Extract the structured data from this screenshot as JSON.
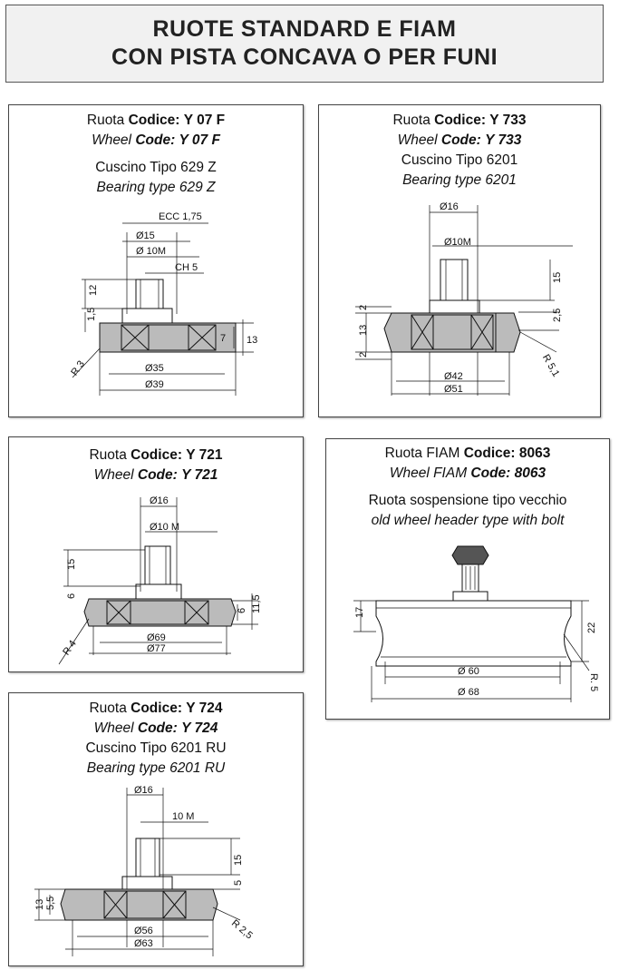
{
  "header": {
    "line1": "RUOTE STANDARD E FIAM",
    "line2": "CON PISTA CONCAVA O PER FUNI"
  },
  "cards": {
    "y07f": {
      "label_it": "Ruota",
      "code_label_it": "Codice:",
      "code": "Y 07 F",
      "label_en": "Wheel",
      "code_label_en": "Code:",
      "desc_it": "Cuscino Tipo 629 Z",
      "desc_en": "Bearing type 629 Z",
      "dims": {
        "ecc": "ECC 1,75",
        "d15": "Ø15",
        "m10": "Ø 10M",
        "ch5": "CH 5",
        "h12": "12",
        "h1_5": "1,5",
        "h7": "7",
        "h13": "13",
        "r3": "R 3",
        "d35": "Ø35",
        "d39": "Ø39"
      }
    },
    "y733": {
      "label_it": "Ruota",
      "code_label_it": "Codice:",
      "code": "Y 733",
      "label_en": "Wheel",
      "code_label_en": "Code:",
      "desc_it": "Cuscino Tipo 6201",
      "desc_en": "Bearing type 6201",
      "dims": {
        "d16": "Ø16",
        "m10": "Ø10M",
        "h15": "15",
        "h2a": "2",
        "h13": "13",
        "h2b": "2",
        "h2_5": "2,5",
        "r5_1": "R 5,1",
        "d42": "Ø42",
        "d51": "Ø51"
      }
    },
    "y721": {
      "label_it": "Ruota",
      "code_label_it": "Codice:",
      "code": "Y 721",
      "label_en": "Wheel",
      "code_label_en": "Code:",
      "dims": {
        "d16": "Ø16",
        "m10": "Ø10 M",
        "h15": "15",
        "h6a": "6",
        "h6b": "6",
        "h11_5": "11,5",
        "r4": "R 4",
        "d69": "Ø69",
        "d77": "Ø77"
      }
    },
    "fiam8063": {
      "label_it": "Ruota FIAM",
      "code_label_it": "Codice:",
      "code": "8063",
      "label_en": "Wheel FIAM",
      "code_label_en": "Code:",
      "desc_it": "Ruota sospensione tipo vecchio",
      "desc_en": "old wheel header type with bolt",
      "dims": {
        "h17": "17",
        "h22": "22",
        "d60": "Ø 60",
        "d68": "Ø 68",
        "r5": "R. 5"
      }
    },
    "y724": {
      "label_it": "Ruota",
      "code_label_it": "Codice:",
      "code": "Y 724",
      "label_en": "Wheel",
      "code_label_en": "Code:",
      "desc_it": "Cuscino Tipo 6201 RU",
      "desc_en": "Bearing type 6201 RU",
      "dims": {
        "d16": "Ø16",
        "m10": "10 M",
        "h15": "15",
        "h5": "5",
        "h13": "13",
        "h5_5": "5,5",
        "r2_5": "R 2,5",
        "d56": "Ø56",
        "d63": "Ø63"
      }
    }
  }
}
